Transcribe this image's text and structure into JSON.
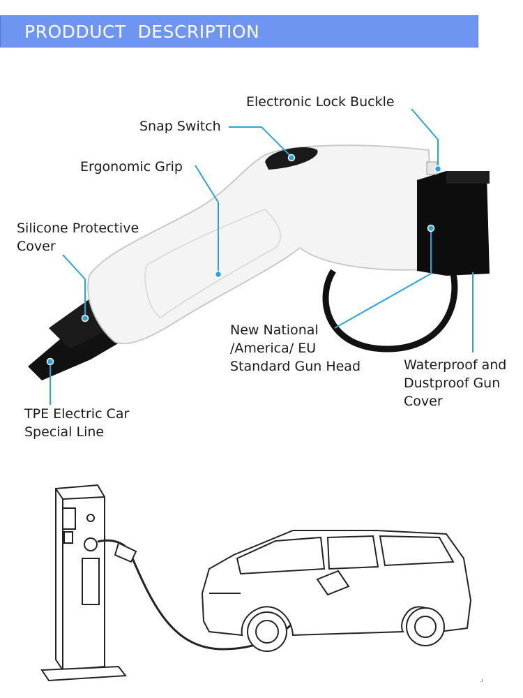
{
  "header": {
    "title": "PRODDUCT  DESCRIPTION"
  },
  "callouts": {
    "electronic_lock_buckle": "Electronic Lock Buckle",
    "snap_switch": "Snap Switch",
    "ergonomic_grip": "Ergonomic Grip",
    "silicone_cover": "Silicone Protective\nCover",
    "gun_head": "New National\n/America/ EU\nStandard Gun Head",
    "waterproof_cover": "Waterproof and\nDustproof Gun\nCover",
    "tpe_line": "TPE Electric Car\nSpecial Line"
  },
  "colors": {
    "banner": "#6f95f2",
    "leader_line": "#2aa3dc",
    "plug_body": "#f4f4f4",
    "plug_dark": "#111111"
  },
  "footer_mark": ".ı"
}
